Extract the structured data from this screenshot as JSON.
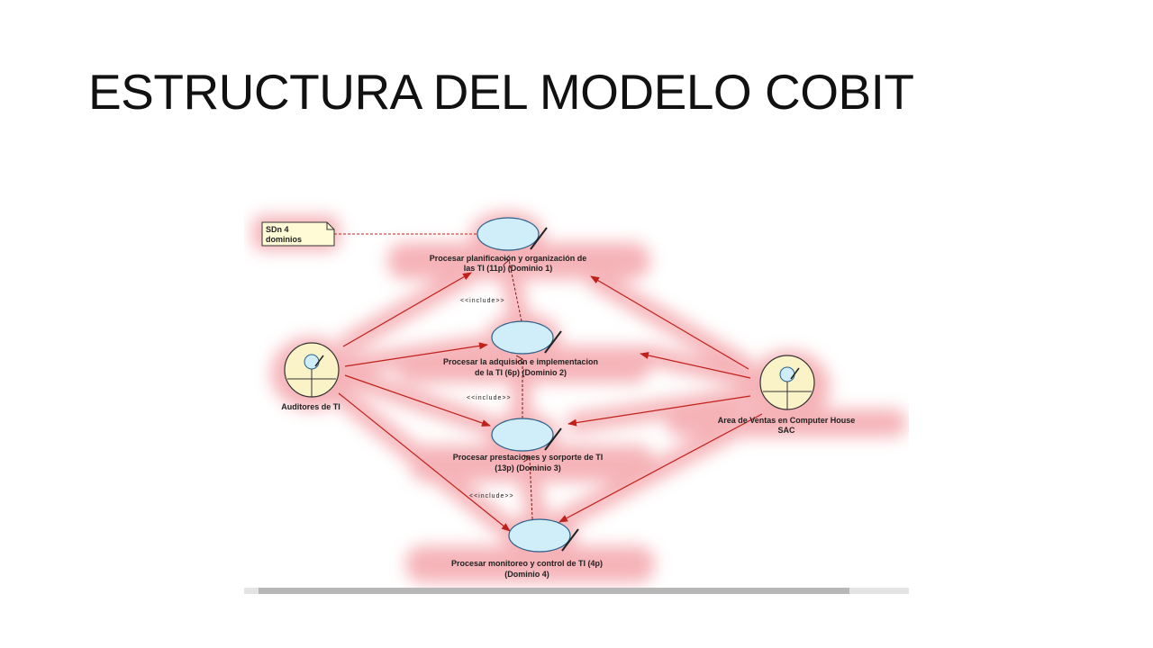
{
  "slide": {
    "title": "ESTRUCTURA DEL MODELO COBIT"
  },
  "diagram": {
    "note": {
      "line1": "SDn 4",
      "line2": "dominios"
    },
    "actors": {
      "left": {
        "label": "Auditores de TI"
      },
      "right": {
        "line1": "Area de Ventas en Computer House",
        "line2": "SAC"
      }
    },
    "use_cases": [
      {
        "line1": "Procesar planificación y organización de",
        "line2": "las TI (11p)  (Dominio 1)"
      },
      {
        "line1": "Procesar la adquision e implementacion",
        "line2": "de la TI (6p) (Dominio 2)"
      },
      {
        "line1": "Procesar prestaciones y sorporte de TI",
        "line2": "(13p)  (Dominio 3)"
      },
      {
        "line1": "Procesar monitoreo y control de TI (4p)",
        "line2": "(Dominio 4)"
      }
    ],
    "relations": {
      "include": "<<include>>"
    }
  }
}
